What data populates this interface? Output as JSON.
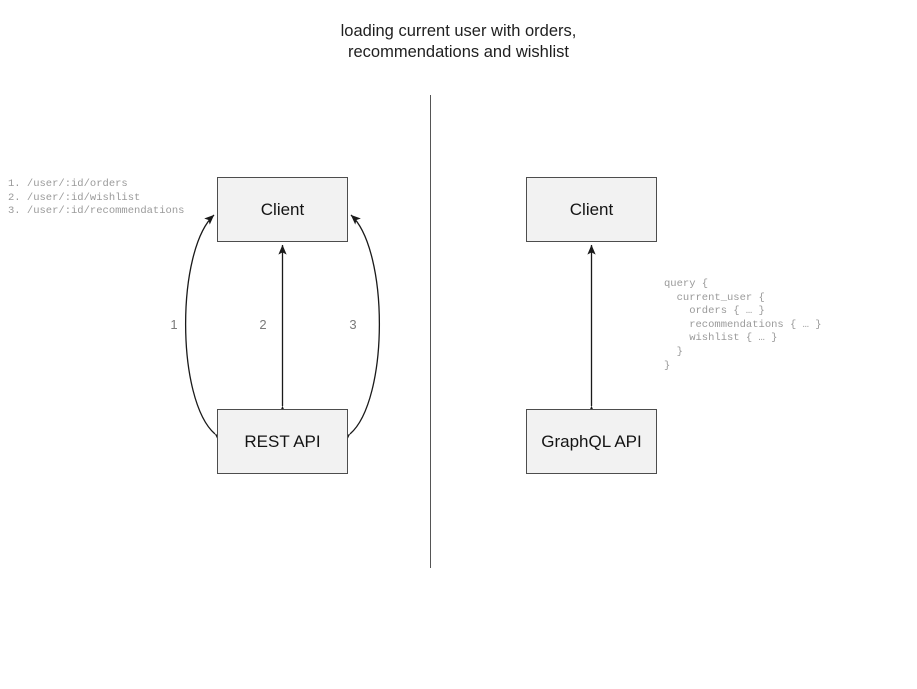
{
  "diagram": {
    "title": "loading current user with orders,\nrecommendations and wishlist",
    "divider_color": "#555555",
    "node_fill": "#f2f2f2",
    "node_border": "#4d4d4d",
    "edge_color": "#1a1a1a",
    "code_color": "#9a9a9a",
    "label_color": "#7a7a7a"
  },
  "rest_side": {
    "client_label": "Client",
    "api_label": "REST API",
    "endpoints": "1. /user/:id/orders\n2. /user/:id/wishlist\n3. /user/:id/recommendations",
    "edge_labels": [
      "1",
      "2",
      "3"
    ]
  },
  "graphql_side": {
    "client_label": "Client",
    "api_label": "GraphQL API",
    "query": "query {\n  current_user {\n    orders { … }\n    recommendations { … }\n    wishlist { … }\n  }\n}"
  }
}
